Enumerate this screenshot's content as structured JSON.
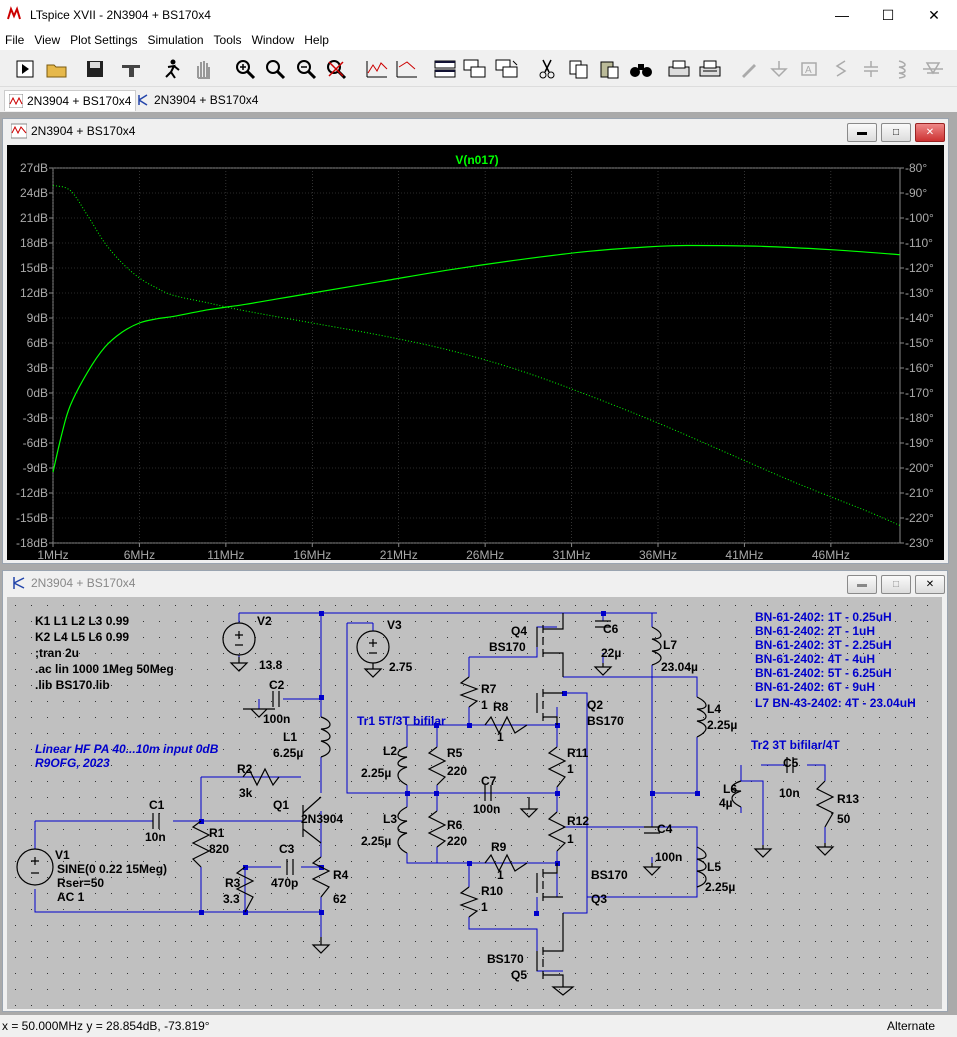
{
  "window": {
    "title": "LTspice XVII - 2N3904 + BS170x4"
  },
  "menu": [
    "File",
    "View",
    "Plot Settings",
    "Simulation",
    "Tools",
    "Window",
    "Help"
  ],
  "tabs": [
    {
      "label": "2N3904 + BS170x4",
      "icon": "waveform-icon",
      "active": true
    },
    {
      "label": "2N3904 + BS170x4",
      "icon": "schematic-icon",
      "active": false
    }
  ],
  "plot_window": {
    "title": "2N3904 + BS170x4",
    "trace_label": "V(n017)",
    "trace_color": "#00ff00"
  },
  "schematic_window": {
    "title": "2N3904 + BS170x4"
  },
  "chart_data": {
    "type": "line",
    "title": "V(n017)",
    "xlabel": "",
    "ylabel": "",
    "x_ticks": [
      "1MHz",
      "6MHz",
      "11MHz",
      "16MHz",
      "21MHz",
      "26MHz",
      "31MHz",
      "36MHz",
      "41MHz",
      "46MHz"
    ],
    "y_left_ticks": [
      "27dB",
      "24dB",
      "21dB",
      "18dB",
      "15dB",
      "12dB",
      "9dB",
      "6dB",
      "3dB",
      "0dB",
      "-3dB",
      "-6dB",
      "-9dB",
      "-12dB",
      "-15dB",
      "-18dB"
    ],
    "y_right_ticks": [
      "-80°",
      "-90°",
      "-100°",
      "-110°",
      "-120°",
      "-130°",
      "-140°",
      "-150°",
      "-160°",
      "-170°",
      "-180°",
      "-190°",
      "-200°",
      "-210°",
      "-220°",
      "-230°"
    ],
    "xlim": [
      1,
      50
    ],
    "ylim_left": [
      -18,
      27
    ],
    "ylim_right": [
      -230,
      -80
    ],
    "grid": true,
    "series": [
      {
        "name": "magnitude",
        "axis": "left",
        "style": "solid",
        "color": "#00ff00",
        "x": [
          1,
          1.5,
          2,
          3,
          4,
          5,
          6,
          7,
          8,
          10,
          12,
          14,
          16,
          20,
          24,
          28,
          32,
          36,
          38,
          42,
          46,
          50
        ],
        "y": [
          -9.5,
          -5,
          -1.5,
          2.5,
          5.5,
          7.3,
          8.4,
          8.9,
          9.2,
          10,
          10.6,
          11.3,
          12,
          13.4,
          14.8,
          16,
          17,
          17.6,
          17.7,
          17.6,
          17.2,
          16.6
        ]
      },
      {
        "name": "phase",
        "axis": "right",
        "style": "dotted",
        "color": "#00ff00",
        "x": [
          1,
          2,
          3,
          4,
          5,
          6,
          7,
          8,
          10,
          12,
          16,
          20,
          24,
          28,
          32,
          36,
          40,
          44,
          48,
          50
        ],
        "y": [
          -87,
          -89,
          -99,
          -110,
          -118,
          -124,
          -128,
          -131,
          -134,
          -137,
          -142,
          -147,
          -153,
          -161,
          -171,
          -182,
          -194,
          -206,
          -217,
          -223
        ]
      }
    ]
  },
  "schematic": {
    "directives": [
      "K1 L1 L2 L3 0.99",
      "K2 L4 L5 L6 0.99",
      ";tran 2u",
      ".ac lin 1000 1Meg 50Meg",
      ".lib BS170.lib"
    ],
    "comment": [
      "Linear HF PA 40...10m input 0dB",
      "R9OFG, 2023"
    ],
    "notes_blue": [
      "BN-61-2402: 1T - 0.25uH",
      "BN-61-2402: 2T - 1uH",
      "BN-61-2402: 3T - 2.25uH",
      "BN-61-2402: 4T - 4uH",
      "BN-61-2402: 5T - 6.25uH",
      "BN-61-2402: 6T - 9uH",
      "L7 BN-43-2402: 4T - 23.04uH"
    ],
    "tr1_label": "Tr1 5T/3T bifilar",
    "tr2_label": "Tr2 3T bifilar/4T",
    "labels": {
      "V1": "V1",
      "V1_val": "SINE(0 0.22 15Meg)",
      "V1_rser": "Rser=50",
      "V1_ac": "AC 1",
      "V2": "V2",
      "V2_val": "13.8",
      "V3": "V3",
      "V3_val": "2.75",
      "C1": "C1",
      "C1_val": "10n",
      "C2": "C2",
      "C2_val": "100n",
      "C3": "C3",
      "C3_val": "470p",
      "C4": "C4",
      "C4_val": "100n",
      "C5": "C5",
      "C5_val": "10n",
      "C6": "C6",
      "C6_val": "22µ",
      "C7": "C7",
      "C7_val": "100n",
      "R1": "R1",
      "R1_val": "820",
      "R2": "R2",
      "R2_val": "3k",
      "R3": "R3",
      "R3_val": "3.3",
      "R4": "R4",
      "R4_val": "62",
      "R5": "R5",
      "R5_val": "220",
      "R6": "R6",
      "R6_val": "220",
      "R7": "R7",
      "R7_val": "1",
      "R8": "R8",
      "R8_val": "1",
      "R9": "R9",
      "R9_val": "1",
      "R10": "R10",
      "R10_val": "1",
      "R11": "R11",
      "R11_val": "1",
      "R12": "R12",
      "R12_val": "1",
      "R13": "R13",
      "R13_val": "50",
      "L1": "L1",
      "L1_val": "6.25µ",
      "L2": "L2",
      "L2_val": "2.25µ",
      "L3": "L3",
      "L3_val": "2.25µ",
      "L4": "L4",
      "L4_val": "2.25µ",
      "L5": "L5",
      "L5_val": "2.25µ",
      "L6": "L6",
      "L6_val": "4µ",
      "L7": "L7",
      "L7_val": "23.04µ",
      "Q1": "Q1",
      "Q1_val": "2N3904",
      "Q2": "Q2",
      "Q2_val": "BS170",
      "Q3": "Q3",
      "Q3_val": "BS170",
      "Q4": "Q4",
      "Q4_val": "BS170",
      "Q5": "Q5",
      "Q5_val": "BS170"
    }
  },
  "status": {
    "cursor": "x = 50.000MHz   y = 28.854dB, -73.819°",
    "mode": "Alternate"
  }
}
